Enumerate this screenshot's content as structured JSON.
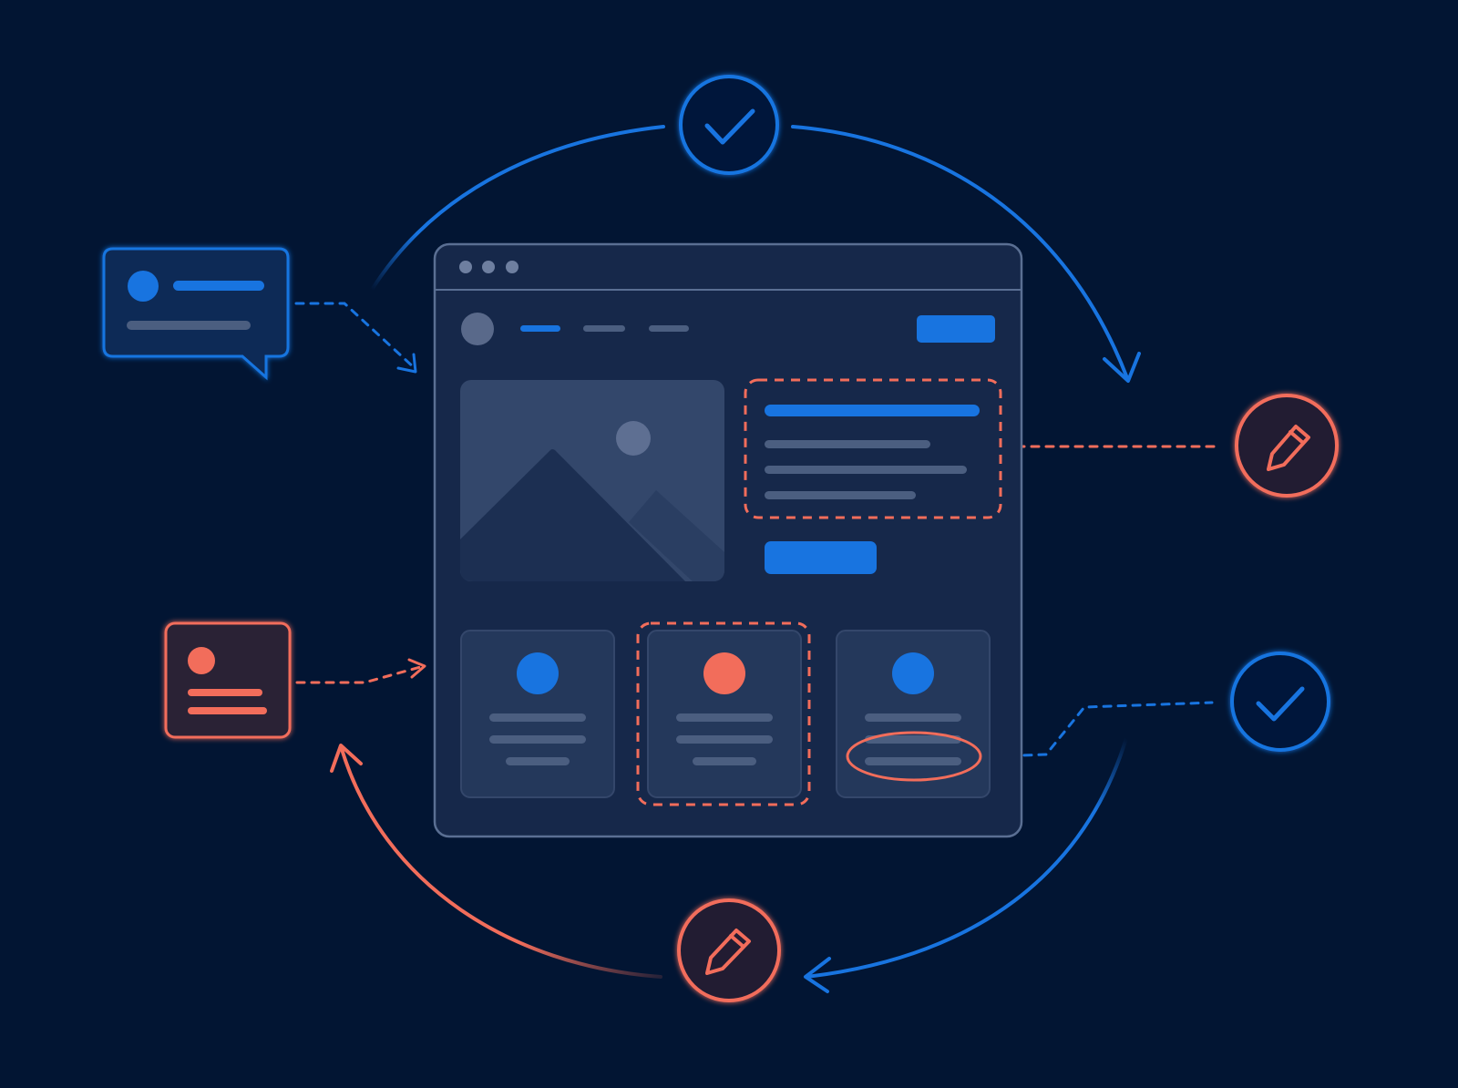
{
  "diagram": {
    "colors": {
      "background": "#021533",
      "approve_blue": "#1874e0",
      "edit_coral": "#f26d5b",
      "mockup_frame": "#5a6f93",
      "mockup_fill": "#17294a",
      "skeleton_line": "#4b5e80",
      "placeholder_fill": "#33476b"
    },
    "nodes": [
      {
        "id": "approve-top",
        "kind": "approve",
        "icon": "check-icon"
      },
      {
        "id": "edit-right",
        "kind": "edit",
        "icon": "pencil-icon"
      },
      {
        "id": "approve-right",
        "kind": "approve",
        "icon": "check-icon"
      },
      {
        "id": "edit-bottom",
        "kind": "edit",
        "icon": "pencil-icon"
      },
      {
        "id": "comment-card-blue",
        "kind": "comment",
        "icon": "chat-bubble-icon"
      },
      {
        "id": "comment-card-coral",
        "kind": "comment",
        "icon": "profile-card-icon"
      }
    ],
    "mockup": {
      "window_controls": 3,
      "nav_links": 3,
      "feature_cards": [
        {
          "accent": "blue",
          "highlighted": false
        },
        {
          "accent": "coral",
          "highlighted": true
        },
        {
          "accent": "blue",
          "highlighted": false,
          "circled_line": true
        }
      ]
    },
    "cycle_direction": "clockwise"
  }
}
